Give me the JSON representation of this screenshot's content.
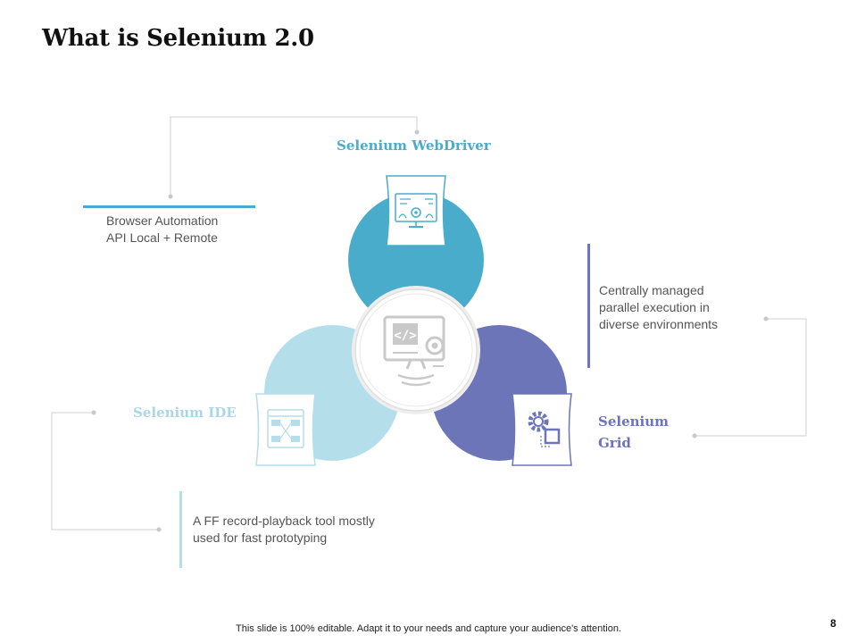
{
  "slide": {
    "title": "What is Selenium 2.0",
    "footer": "This slide is 100% editable. Adapt it to your needs and capture your audience's attention.",
    "page_number": "8"
  },
  "components": [
    {
      "id": "webdriver",
      "name": "Selenium WebDriver",
      "description_lines": [
        "Browser Automation",
        "API Local + Remote"
      ],
      "color": "#4aaccb",
      "icon": "monitor-gear-icon"
    },
    {
      "id": "grid",
      "name_lines": [
        "Selenium",
        "Grid"
      ],
      "description_lines": [
        "Centrally managed",
        "parallel execution in",
        "diverse environments"
      ],
      "color": "#6c75b7",
      "icon": "gears-icon"
    },
    {
      "id": "ide",
      "name": "Selenium IDE",
      "description_lines": [
        "A FF record-playback tool mostly",
        "used for fast prototyping"
      ],
      "color": "#b5deeb",
      "icon": "flowchart-icon"
    }
  ],
  "center_icon": "computer-code-gear-icon",
  "colors": {
    "connector": "#c8c8c8",
    "center_icon": "#c9c9c9"
  }
}
